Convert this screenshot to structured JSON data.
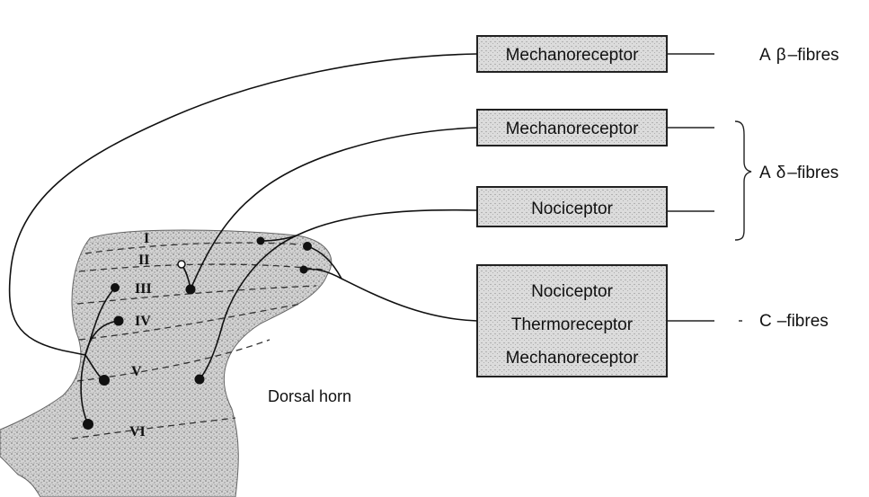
{
  "diagram": {
    "region_label": "Dorsal horn",
    "laminae": [
      "I",
      "II",
      "III",
      "IV",
      "V",
      "VI"
    ],
    "receptor_boxes": [
      {
        "lines": [
          "Mechanoreceptor"
        ]
      },
      {
        "lines": [
          "Mechanoreceptor"
        ]
      },
      {
        "lines": [
          "Nociceptor"
        ]
      },
      {
        "lines": [
          "Nociceptor",
          "Thermoreceptor",
          "Mechanoreceptor"
        ]
      }
    ],
    "fibre_labels": [
      {
        "prefix": "A",
        "symbol": "β",
        "suffix": "–fibres"
      },
      {
        "prefix": "A",
        "symbol": "δ",
        "suffix": "–fibres"
      },
      {
        "prefix": "C",
        "symbol": "",
        "suffix": "–fibres"
      }
    ]
  }
}
